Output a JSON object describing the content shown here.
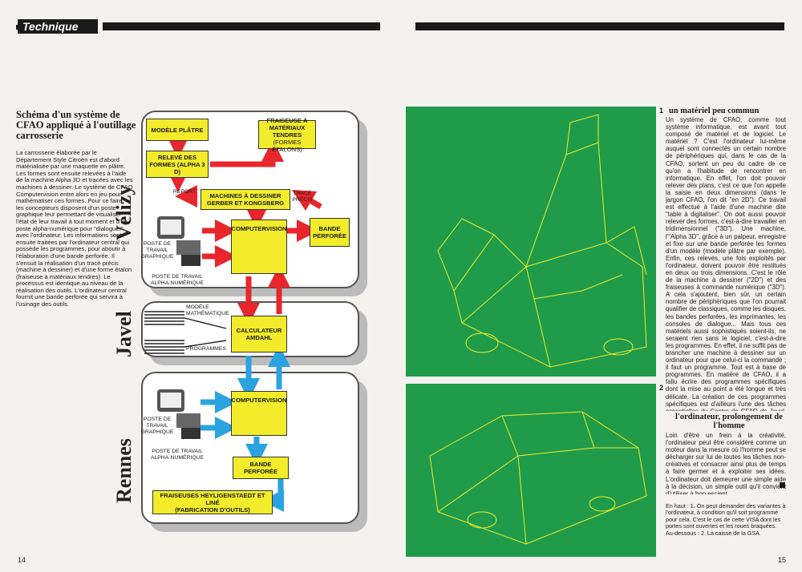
{
  "header": {
    "section": "Technique"
  },
  "page_left": {
    "title": "Schéma d'un système de CFAO appliqué à l'outillage carrosserie",
    "body": "La carrosserie élaborée par le Département Style Citroën est d'abord matérialisée par une maquette en plâtre. Les formes sont ensuite relevées à l'aide de la machine Alpha 3D et tracées avec les machines à dessiner. Le système de CFAO Computervision entre alors en jeu pour mathématiser ces formes. Pour ce faire, les concepteurs disposent d'un poste graphique leur permettant de visualiser l'état de leur travail à tout moment et d'un poste alpha-numérique pour \"dialoguer\" avec l'ordinateur. Les informations sont ensuite traitées par l'ordinateur central qui possède les programmes, pour aboutir à l'élaboration d'une bande perforée. Il s'ensuit la réalisation d'un tracé précis (machine à dessiner) et d'une forme étalon (fraiseuse à matériaux tendres). Le processus est identique au niveau de la réalisation des outils. L'ordinateur central fournit une bande perforée qui servira à l'usinage des outils.",
    "page_number": "14"
  },
  "diagram": {
    "regions": {
      "velizy": "Vélizy",
      "javel": "Javel",
      "rennes": "Rennes"
    },
    "boxes": {
      "modele_platre": "MODÈLE PLÂTRE",
      "releve_formes": "RELEVÉ DES FORMES (ALPHA 3 D)",
      "fraiseuse": "FRAISEUSE À MATÉRIAUX TENDRES",
      "fraiseuse_sub": "(FORMES ÉTALONS)",
      "machines": "MACHINES À DESSINER GERBER ET KONGSBERG",
      "computervision_1": "COMPUTERVISION",
      "bande_1": "BANDE PERFORÉE",
      "calculateur": "CALCULATEUR AMDAHL",
      "computervision_2": "COMPUTERVISION",
      "bande_2": "BANDE PERFORÉE",
      "fraiseuses_rennes": "FRAISEUSES HEYLIGENSTAEDT ET LINÉ",
      "fraiseuses_rennes_sub": "(FABRICATION D'OUTILS)"
    },
    "labels": {
      "report": "REPORT",
      "trace": "TRACÉ PRÉCIS",
      "poste_graph_1": "POSTE DE TRAVAIL GRAPHIQUE",
      "poste_alpha_1": "POSTE DE TRAVAIL ALPHA-NUMÉRIQUE",
      "modele_math": "MODÈLE MATHÉMATIQUE",
      "programmes": "PROGRAMMES",
      "poste_graph_2": "POSTE DE TRAVAIL GRAPHIQUE",
      "poste_alpha_2": "POSTE DE TRAVAIL ALPHA-NUMÉRIQUE"
    },
    "colors": {
      "red": "#e8262b",
      "blue": "#2aa3e0",
      "yellow": "#f2ec2a"
    }
  },
  "page_right": {
    "fig1_number": "1",
    "fig2_number": "2",
    "section1_title": "un matériel peu commun",
    "section1_body": "Un système de CFAO, comme tout système informatique, est avant tout composé de matériel et de logiciel. Le matériel ? C'est l'ordinateur lui-même auquel sont connectés un certain nombre de périphériques qui, dans le cas de la CFAO, sortent un peu du cadre de ce qu'on a l'habitude de rencontrer en informatique. En effet, l'on doit pouvoir relever des plans, c'est ce que l'on appelle la saisie en deux dimensions (dans le jargon CFAO, l'on dit \"en 2D\"). Ce travail est effectué à l'aide d'une machine dite \"table à digitaliser\". On doit aussi pouvoir relever des formes, c'est-à-dire travailler en tridimensionnel (\"3D\"). Une machine, l'\"Alpha 3D\", grâce à un palpeur, enregistre et fixe sur une bande perforée les formes d'un modèle (modèle plâtre par exemple). Enfin, ces relevés, une fois exploités par l'ordinateur, doivent pouvoir être restitués en deux ou trois dimensions. C'est le rôle de la machine à dessiner (\"2D\") et des fraiseuses à commande numérique (\"3D\"). A cela s'ajoutent, bien sûr, un certain nombre de périphériques que l'on pourrait qualifier de classiques, comme les disques, les bandes perforées, les imprimantes, les consoles de dialogue... Mais tous ces matériels aussi sophistiqués soient-ils, ne seraient rien sans le logiciel, c'est-à-dire les programmes. En effet, il ne suffit pas de brancher une machine à dessiner sur un ordinateur pour que celui-ci la commande ; il faut un programme. Tout est à base de programmes. En matière de CFAO, il a fallu écrire des programmes spécifiques dont la mise au point a été longue et très délicate. La création de ces programmes spécifiques est d'ailleurs l'une des tâches essentielles du Centre de CFAO de Javel. Ce centre doit également penser aux applications futures, faire de la prospective et épauler la mise en place de nouveaux systèmes de CFAO.",
    "section2_title": "l'ordinateur, prolongement de l'homme",
    "section2_body": "Loin d'être un frein à la créativité, l'ordinateur peut être considéré comme un moteur dans la mesure où l'homme peut se décharger sur lui de toutes les tâches non-créatives et consacrer ainsi plus de temps à faire germer et à exploiter ses idées. L'ordinateur doit demeurer une simple aide à la décision, un simple outil qu'il convient d'utiliser à bon escient.",
    "caption": "En haut : 1. On peut demander des variantes à l'ordinateur, à condition qu'il soit programmé pour cela. C'est le cas de cette VISA dont les portes sont ouvertes et les roues braquées. Au-dessous : 2. La caisse de la GSA.",
    "page_number": "15"
  }
}
